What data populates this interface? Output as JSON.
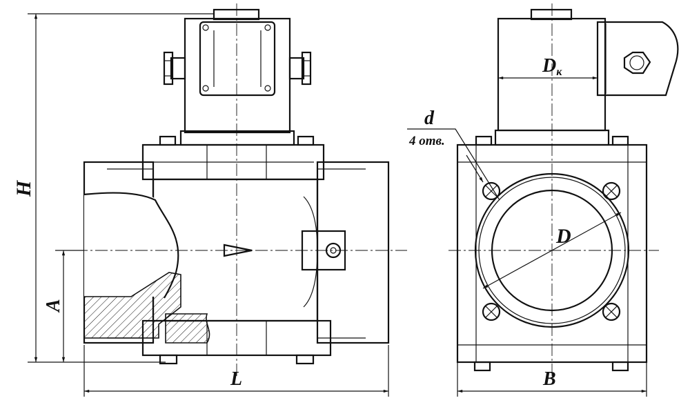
{
  "labels": {
    "height": "H",
    "axis_height": "A",
    "length": "L",
    "width": "B",
    "diameter": "D",
    "coil_diameter": "D",
    "coil_diameter_sub": "к",
    "hole_diameter": "d",
    "hole_count": "4 отв."
  }
}
